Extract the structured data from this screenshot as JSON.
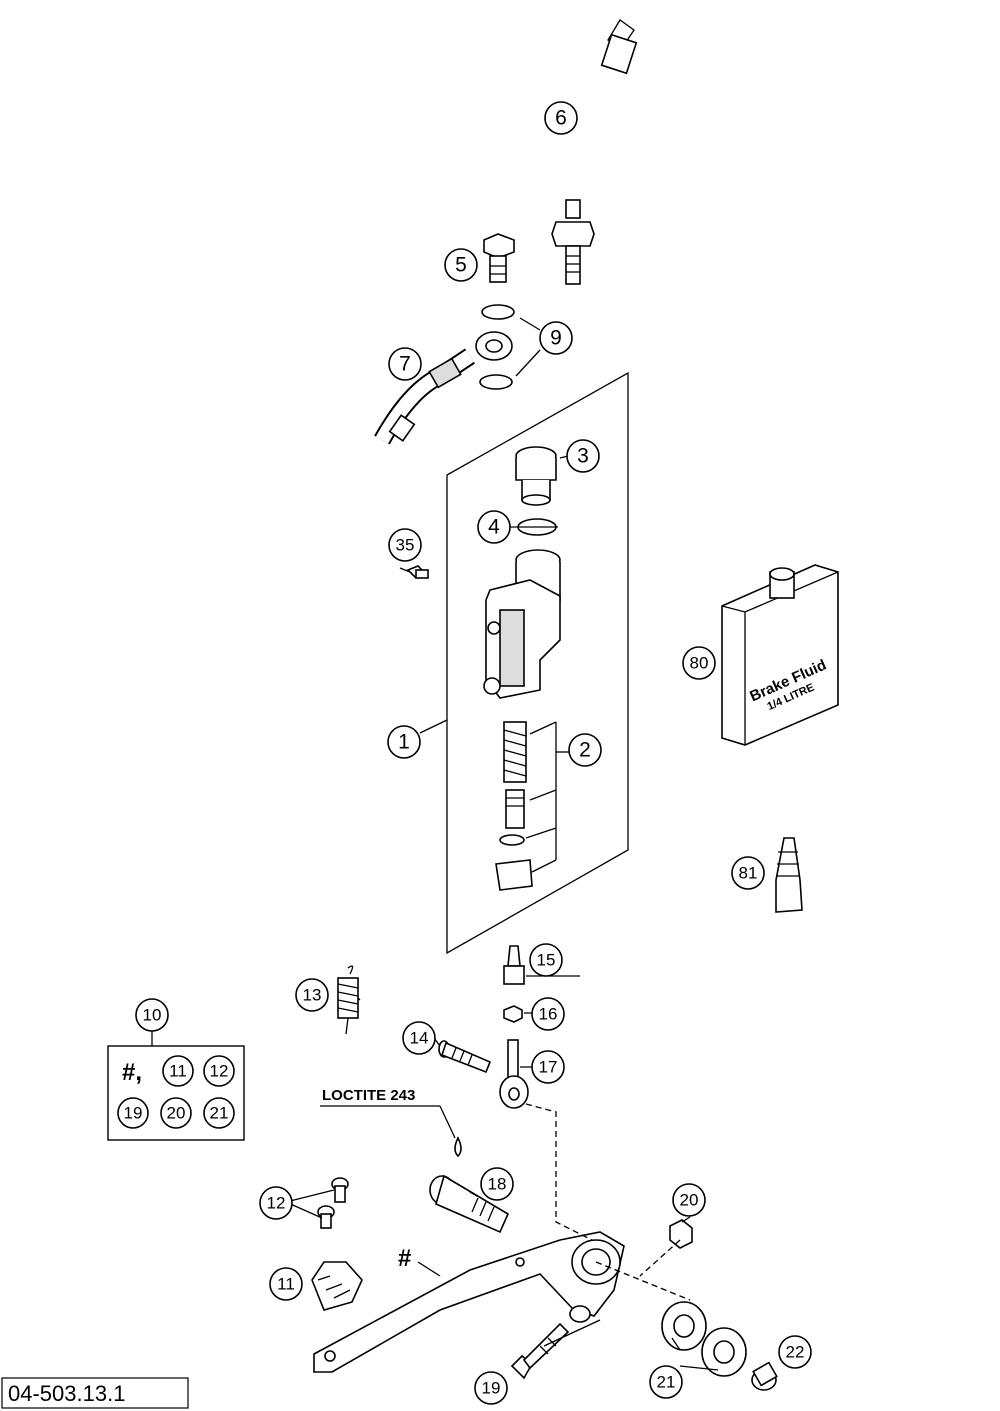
{
  "diagram": {
    "reference_number": "04-503.13.1",
    "loctite_label": "LOCTITE 243",
    "hash_symbol": "#",
    "kit_box": {
      "number": "10",
      "row1_prefix": "#,",
      "row1": [
        "11",
        "12"
      ],
      "row2": [
        "19",
        "20",
        "21"
      ]
    },
    "brake_fluid": {
      "line1": "Brake Fluid",
      "line2": "1/4 LITRE"
    },
    "callouts": [
      "1",
      "2",
      "3",
      "4",
      "5",
      "6",
      "7",
      "9",
      "11",
      "12",
      "13",
      "14",
      "15",
      "16",
      "17",
      "18",
      "19",
      "20",
      "21",
      "22",
      "35",
      "80",
      "81"
    ]
  }
}
